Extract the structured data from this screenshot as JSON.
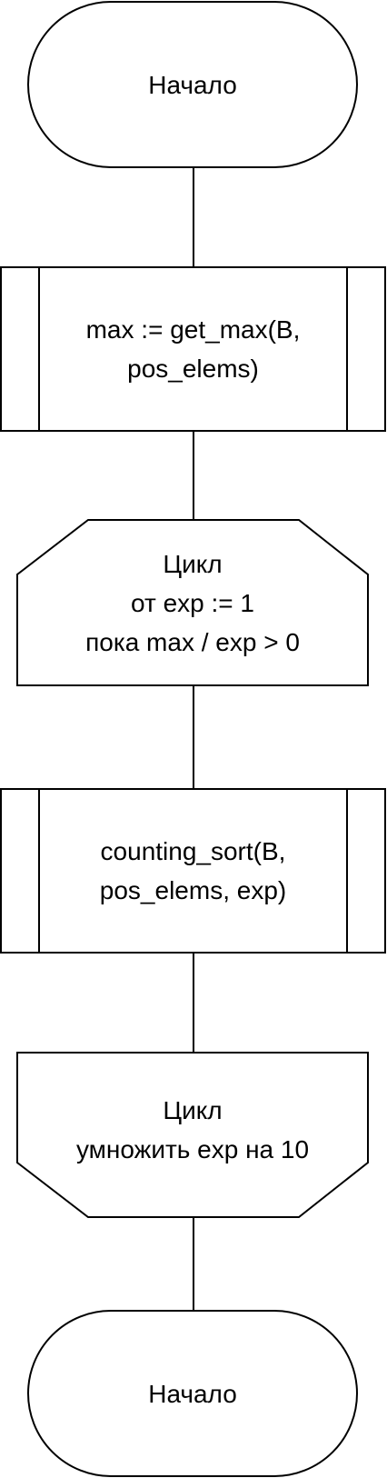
{
  "nodes": [
    {
      "id": "start",
      "type": "terminator",
      "text": "Начало"
    },
    {
      "id": "get-max",
      "type": "predefined-process",
      "text": "max := get_max(B,\npos_elems)"
    },
    {
      "id": "loop-start",
      "type": "loop-limit-start",
      "text": "Цикл\nот exp := 1\nпока max / exp > 0"
    },
    {
      "id": "counting-sort",
      "type": "predefined-process",
      "text": "counting_sort(B,\npos_elems, exp)"
    },
    {
      "id": "loop-end",
      "type": "loop-limit-end",
      "text": "Цикл\nумножить exp на 10"
    },
    {
      "id": "end",
      "type": "terminator",
      "text": "Начало"
    }
  ],
  "edges": [
    {
      "from": "start",
      "to": "get-max"
    },
    {
      "from": "get-max",
      "to": "loop-start"
    },
    {
      "from": "loop-start",
      "to": "counting-sort"
    },
    {
      "from": "counting-sort",
      "to": "loop-end"
    },
    {
      "from": "loop-end",
      "to": "end"
    }
  ],
  "colors": {
    "stroke": "#000000",
    "fill": "#ffffff",
    "text": "#000000"
  }
}
